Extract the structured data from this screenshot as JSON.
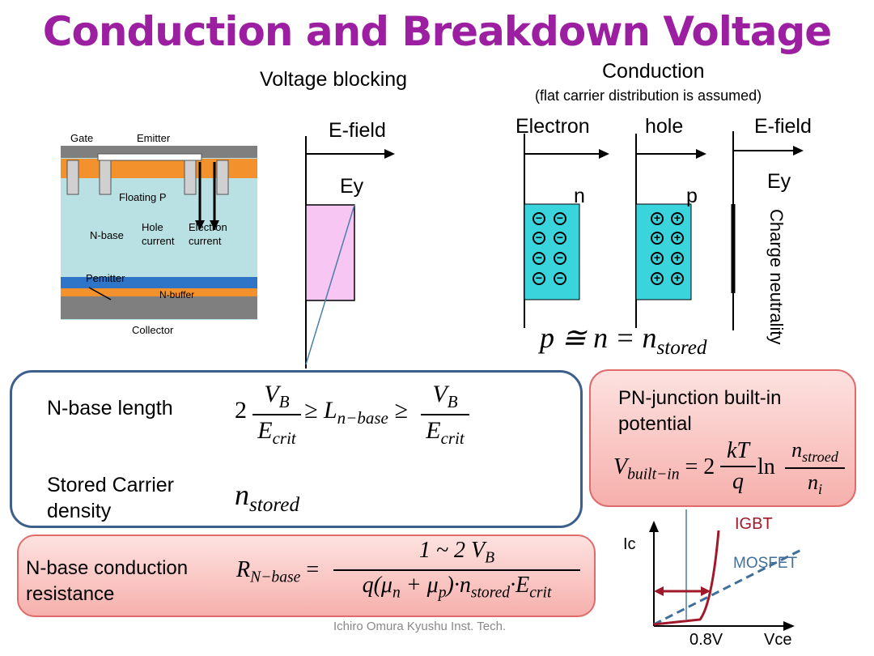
{
  "title": "Conduction and Breakdown Voltage",
  "left_header": "Voltage blocking",
  "right_header": "Conduction",
  "right_subheader": "(flat carrier distribution is assumed)",
  "device": {
    "gate": "Gate",
    "emitter": "Emitter",
    "floating_p": "Floating P",
    "n_base": "N-base",
    "hole_current": "Hole\ncurrent",
    "electron_current": "Electron\ncurrent",
    "pemitter": "Pemitter",
    "n_buffer": "N-buffer",
    "collector": "Collector"
  },
  "blocking": {
    "e_field": "E-field",
    "ey": "Ey"
  },
  "conduction": {
    "electron": "Electron",
    "hole": "hole",
    "e_field": "E-field",
    "ey": "Ey",
    "n": "n",
    "p": "p",
    "charge_neutrality": "Charge neutrality",
    "equation": "p ≅ n = n",
    "equation_sub": "stored"
  },
  "main_panel": {
    "nbase_length": "N-base length",
    "stored_density": "Stored Carrier density",
    "coef": "2",
    "vb": "V",
    "vb_sub": "B",
    "ecrit": "E",
    "ecrit_sub": "crit",
    "ineq": "≥ L",
    "ineq_sub": "n−base",
    "ineq2": "≥",
    "nstored": "n",
    "nstored_sub": "stored"
  },
  "pn_panel": {
    "label": "PN-junction built-in potential",
    "lhs": "V",
    "lhs_sub": "built−in",
    "eq": "= 2",
    "kt": "kT",
    "q": "q",
    "ln": "ln",
    "nstroed": "n",
    "nstroed_sub": "stroed",
    "ni": "n",
    "ni_sub": "i"
  },
  "res_panel": {
    "label": "N-base conduction resistance",
    "lhs": "R",
    "lhs_sub": "N−base",
    "eq": "=",
    "num": "1 ~ 2 V",
    "num_sub": "B",
    "den": "q(μ",
    "den_sub1": "n",
    "den_mid": " + μ",
    "den_sub2": "p",
    "den_tail": ")·n",
    "den_sub3": "stored",
    "den_end": "·E",
    "den_sub4": "crit"
  },
  "iv_plot": {
    "ic": "Ic",
    "vce": "Vce",
    "v08": "0.8V",
    "igbt": "IGBT",
    "mosfet": "MOSFET",
    "igbt_color": "#a0192a",
    "mosfet_color": "#3f6f9a"
  },
  "footer": "Ichiro Omura Kyushu Inst. Tech."
}
